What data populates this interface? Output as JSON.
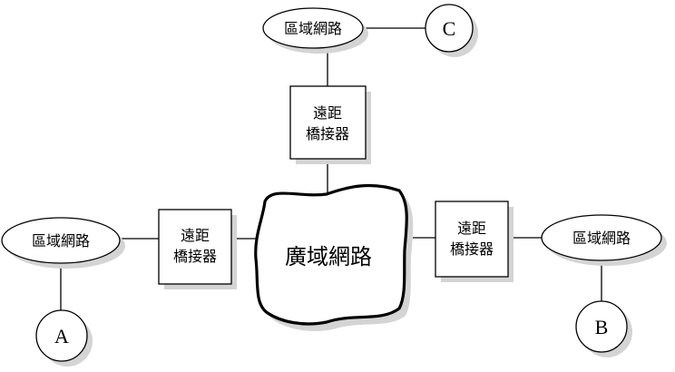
{
  "wan": {
    "label": "廣域網路"
  },
  "lans": {
    "top": {
      "label": "區域網路"
    },
    "left": {
      "label": "區域網路"
    },
    "right": {
      "label": "區域網路"
    }
  },
  "bridges": {
    "top": {
      "line1": "遠距",
      "line2": "橋接器"
    },
    "left": {
      "line1": "遠距",
      "line2": "橋接器"
    },
    "right": {
      "line1": "遠距",
      "line2": "橋接器"
    }
  },
  "nodes": {
    "a": "A",
    "b": "B",
    "c": "C"
  },
  "colors": {
    "shadow": "#d4d4d4",
    "stroke": "#000000"
  }
}
